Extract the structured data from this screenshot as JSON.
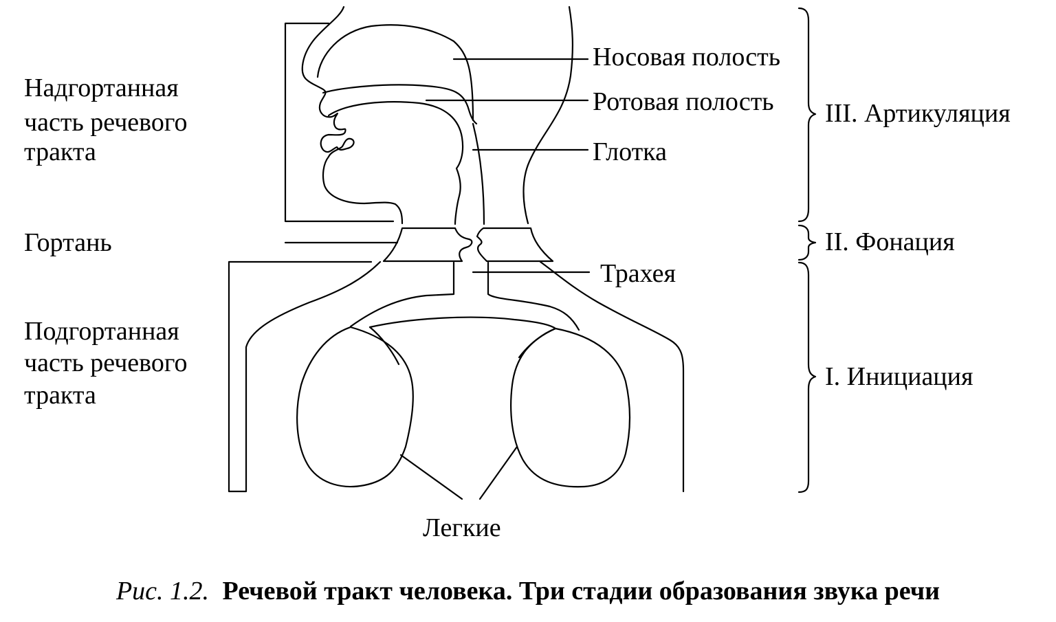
{
  "labels": {
    "supraglottal": [
      "Надгортанная",
      "часть речевого",
      "тракта"
    ],
    "larynx": "Гортань",
    "subglottal": [
      "Подгортанная",
      "часть речевого",
      "тракта"
    ],
    "nasal_cavity": "Носовая полость",
    "oral_cavity": "Ротовая полость",
    "pharynx": "Глотка",
    "trachea": "Трахея",
    "lungs": "Легкие"
  },
  "stages": {
    "articulation": "III. Артикуляция",
    "phonation": "II. Фонация",
    "initiation": "I. Инициация"
  },
  "caption": {
    "number": "Рис. 1.2.",
    "title": "Речевой тракт человека. Три стадии образования звука речи"
  }
}
